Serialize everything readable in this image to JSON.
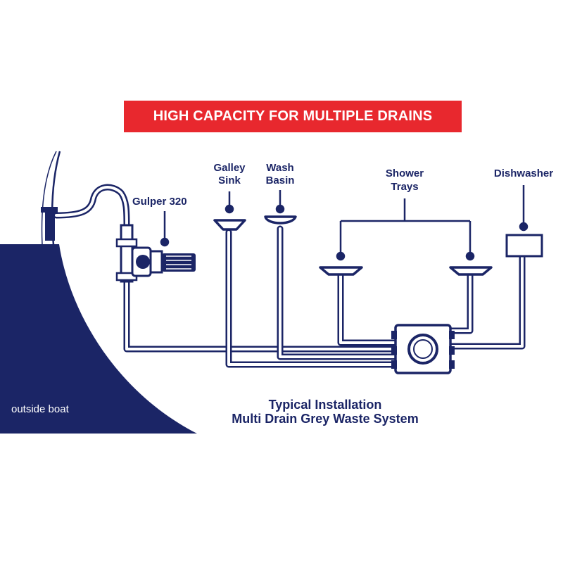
{
  "banner": {
    "text": "HIGH CAPACITY FOR MULTIPLE DRAINS"
  },
  "labels": {
    "gulper": "Gulper 320",
    "galley_1": "Galley",
    "galley_2": "Sink",
    "wash_1": "Wash",
    "wash_2": "Basin",
    "shower_1": "Shower",
    "shower_2": "Trays",
    "dishwasher": "Dishwasher",
    "outside_boat": "outside boat",
    "caption_1": "Typical Installation",
    "caption_2": "Multi Drain Grey Waste System"
  },
  "colors": {
    "navy": "#1b2566",
    "red": "#e8282e",
    "white": "#ffffff"
  }
}
